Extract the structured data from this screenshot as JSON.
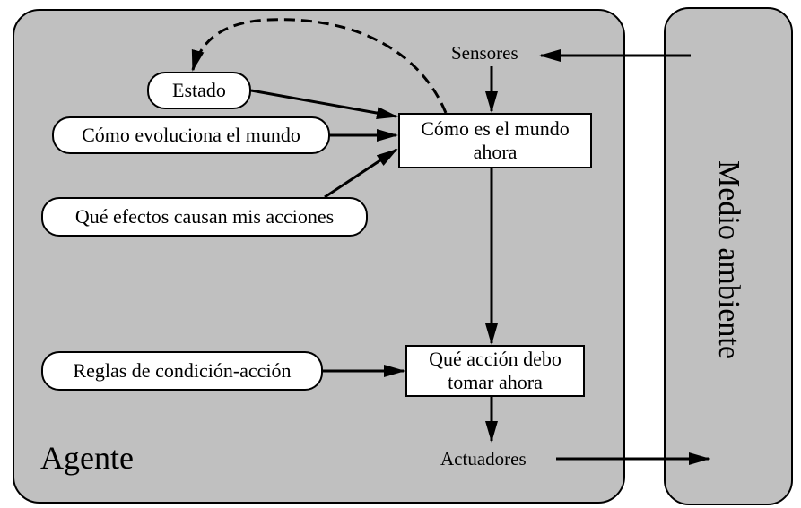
{
  "agent_label": "Agente",
  "environment_label": "Medio ambiente",
  "sensors_label": "Sensores",
  "actuators_label": "Actuadores",
  "state_label": "Estado",
  "world_evolution_label": "Cómo evoluciona el mundo",
  "action_effects_label": "Qué efectos causan mis acciones",
  "rules_label": "Reglas de condición-acción",
  "world_now_label": "Cómo es el mundo\nahora",
  "action_now_label": "Qué acción debo\ntomar ahora"
}
